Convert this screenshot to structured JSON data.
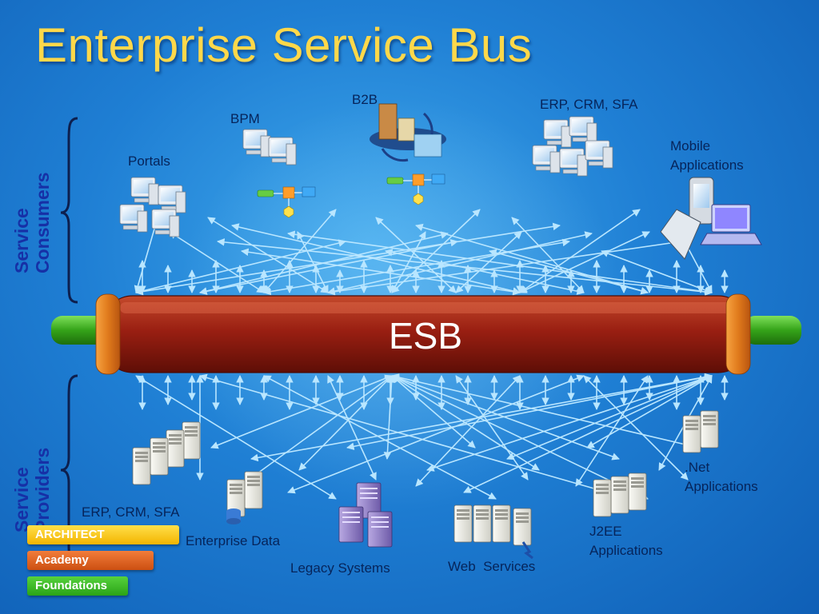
{
  "slide": {
    "title": "Enterprise Service Bus",
    "bus_label": "ESB",
    "side_labels": {
      "consumers": [
        "Service",
        "Consumers"
      ],
      "providers": [
        "Service",
        "Providers"
      ]
    },
    "consumers": {
      "portals": "Portals",
      "bpm": "BPM",
      "b2b": "B2B",
      "erp_crm_sfa": "ERP, CRM, SFA",
      "mobile": [
        "Mobile",
        "Applications"
      ]
    },
    "providers": {
      "erp_crm_sfa": "ERP, CRM, SFA",
      "enterprise_data": "Enterprise Data",
      "legacy": "Legacy Systems",
      "web_services": "Web  Services",
      "j2ee": [
        "J2EE",
        "Applications"
      ],
      "dotnet": [
        ".Net",
        "Applications"
      ]
    },
    "badges": {
      "architect": "ARCHITECT",
      "academy": "Academy",
      "foundations": "Foundations"
    }
  },
  "colors": {
    "title": "#ffd84a",
    "bus": "#9a1f12",
    "bus_caps": "#e07a1c",
    "bus_ends": "#3aa51c",
    "arrows": "#b9e6ff",
    "labels": "#06245a"
  },
  "icons": {
    "portals": "desktop-computers-icon",
    "bpm": "workflow-computers-icon",
    "b2b": "buildings-exchange-icon",
    "erp_consumer": "desktop-computers-icon",
    "mobile": "pda-laptop-icon",
    "erp_provider": "server-rack-icon",
    "enterprise_data": "database-server-icon",
    "legacy": "mainframe-icon",
    "web_services": "web-servers-icon",
    "j2ee": "server-rack-icon",
    "dotnet": "server-pair-icon"
  }
}
